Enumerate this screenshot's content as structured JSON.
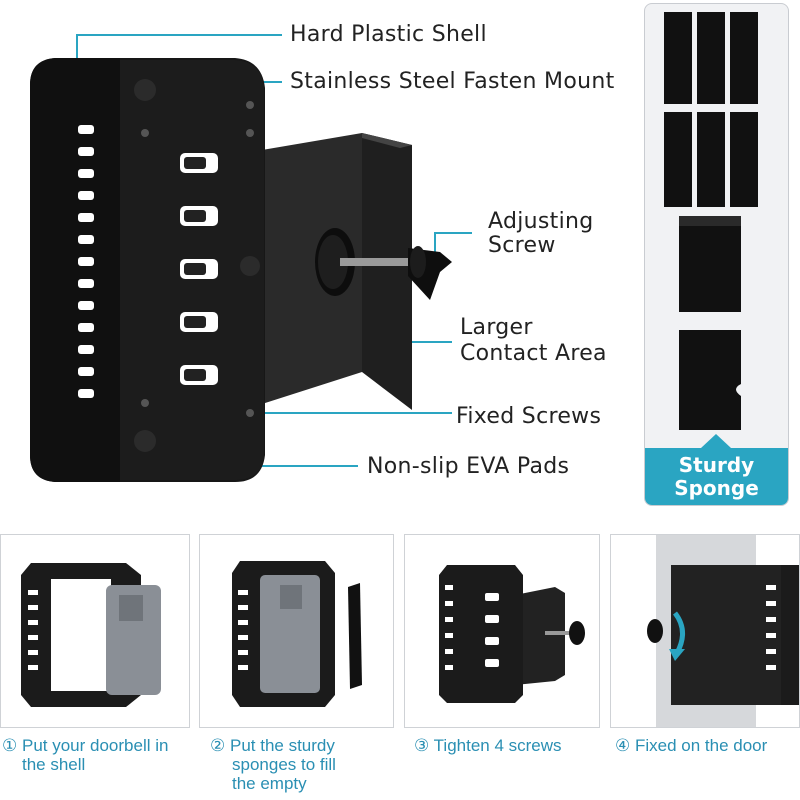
{
  "callouts": {
    "hard_shell": "Hard Plastic Shell",
    "steel_mount": "Stainless Steel Fasten Mount",
    "adjusting_1": "Adjusting",
    "adjusting_2": "Screw",
    "contact_1": "Larger",
    "contact_2": "Contact Area",
    "fixed_screws": "Fixed Screws",
    "eva_pads": "Non-slip EVA Pads"
  },
  "sponge": {
    "label_line1": "Sturdy",
    "label_line2": "Sponge"
  },
  "steps": [
    {
      "num": "①",
      "line1": "Put your doorbell in",
      "line2": "the shell",
      "line3": ""
    },
    {
      "num": "②",
      "line1": "Put the sturdy",
      "line2": "sponges to fill",
      "line3": "the empty"
    },
    {
      "num": "③",
      "line1": "Tighten 4 screws",
      "line2": "",
      "line3": ""
    },
    {
      "num": "④",
      "line1": "Fixed on the door",
      "line2": "",
      "line3": ""
    }
  ],
  "colors": {
    "accent": "#2aa5c2",
    "caption": "#2a8fb3",
    "product": "#1b1b1b"
  }
}
